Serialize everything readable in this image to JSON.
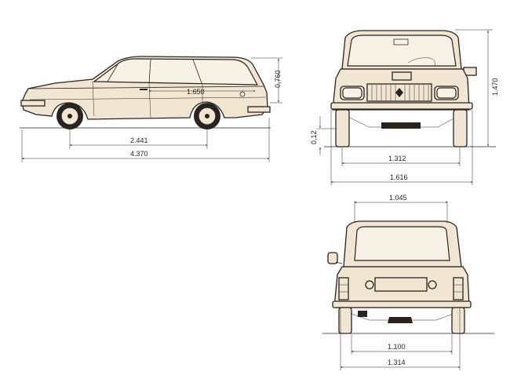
{
  "side_view": {
    "height": "0,760",
    "wheelbase": "2.441",
    "length": "4.370",
    "interior_length": "1.650"
  },
  "front_view": {
    "height": "1.470",
    "ground_clearance": "0,12",
    "front_track": "1.312",
    "width": "1.616"
  },
  "rear_view": {
    "roof_width": "1.045",
    "rear_track": "1.100",
    "body_width": "1.314"
  },
  "colors": {
    "body": "#f1e6d2",
    "ink": "#2a2420"
  }
}
